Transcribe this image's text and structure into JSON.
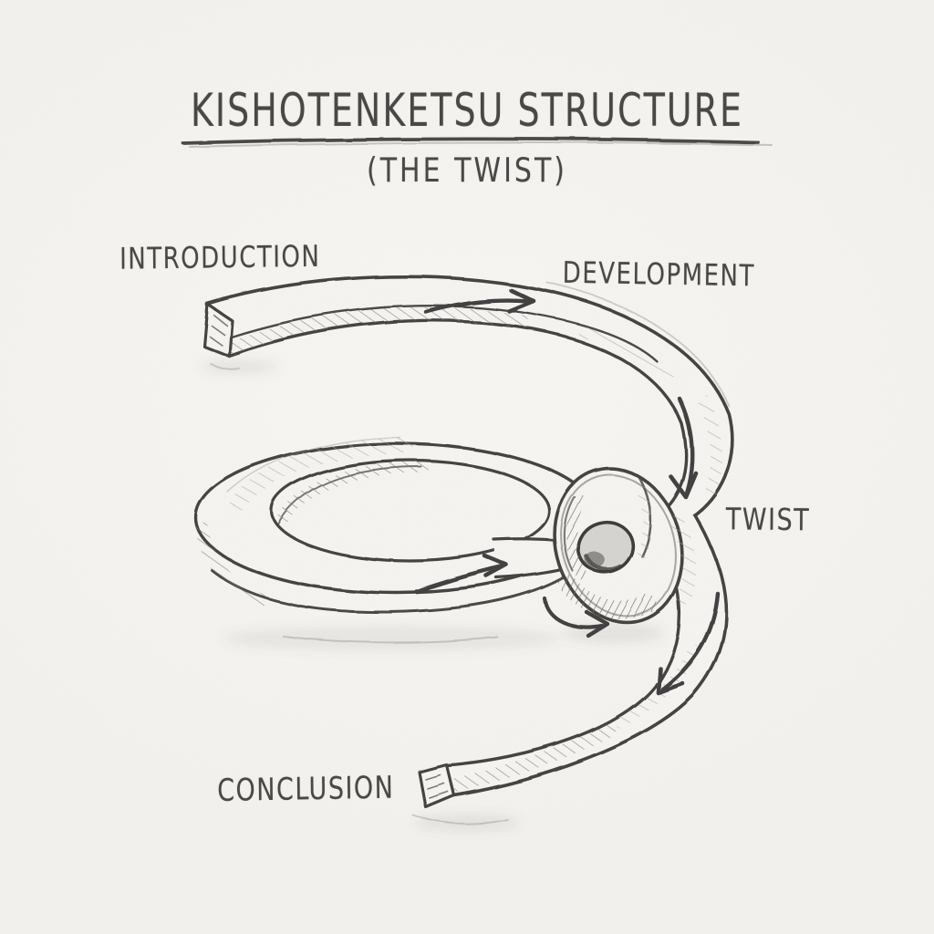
{
  "page": {
    "title": "KISHOTENKETSU STRUCTURE",
    "subtitle": "(THE TWIST)"
  },
  "labels": {
    "introduction": "INTRODUCTION",
    "development": "DEVELOPMENT",
    "twist": "TWIST",
    "conclusion": "CONCLUSION"
  },
  "diagram": {
    "style": "hand-drawn pencil sketch",
    "subject": "square ribbon tied into a single overhand-knot loop",
    "flow": [
      "INTRODUCTION",
      "DEVELOPMENT",
      "TWIST",
      "CONCLUSION"
    ],
    "icons": [
      "flow-arrow-right-icon",
      "flow-arrow-down-icon",
      "flow-arrow-forward-icon",
      "rotation-arrow-icon",
      "flow-arrow-exit-icon"
    ]
  },
  "colors": {
    "paper": "#f3f2ef",
    "pencil": "#4a4846",
    "pencil_light": "#8f8c88"
  }
}
